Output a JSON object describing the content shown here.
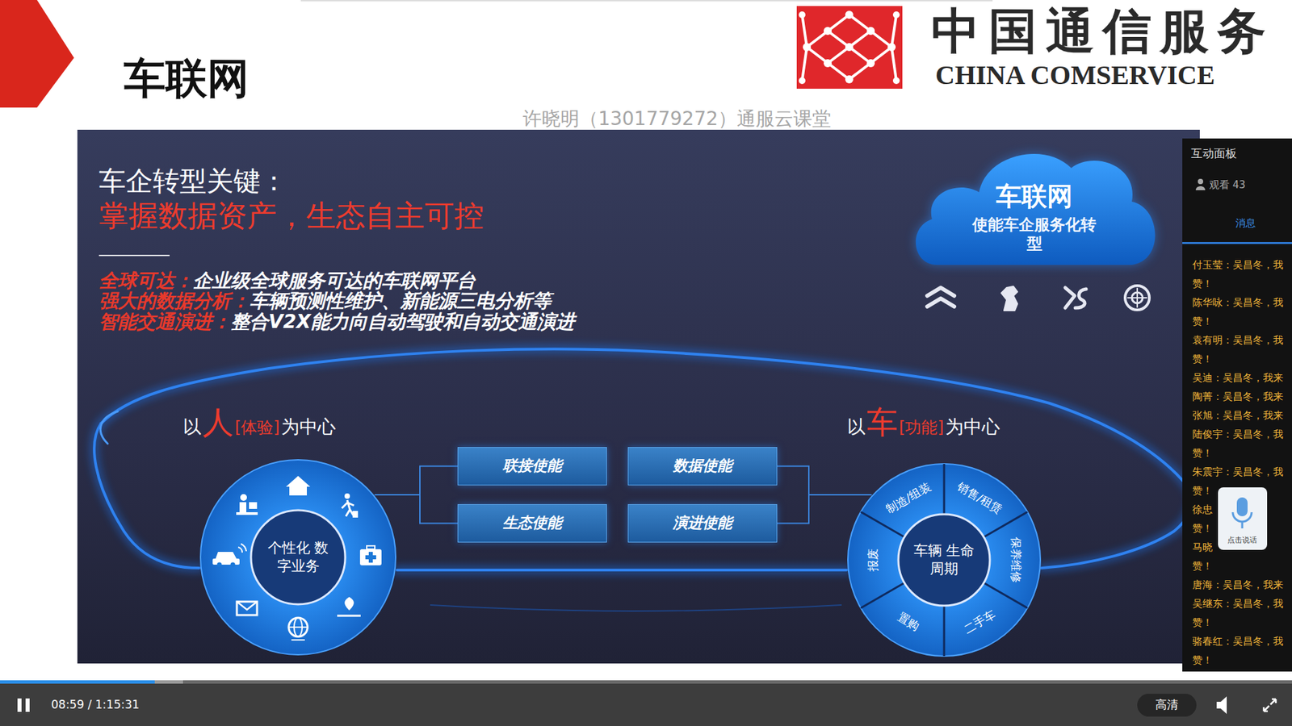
{
  "diagram": {
    "title": "车联网",
    "nodes": [
      {
        "text": [
          "车联网",
          "使能车企服务化转型"
        ]
      },
      {
        "text": [
          "个性化 数字业务"
        ]
      },
      {
        "text": [
          "联接使能"
        ]
      },
      {
        "text": [
          "数据使能"
        ]
      },
      {
        "text": [
          "生态使能"
        ]
      },
      {
        "text": [
          "演进使能"
        ]
      },
      {
        "text": [
          "车辆 生命周期"
        ]
      }
    ],
    "edges": [
      {
        "from": 1,
        "to": 2,
        "arrow": "none"
      },
      {
        "from": 1,
        "to": 4,
        "arrow": "none"
      },
      {
        "from": 3,
        "to": 6,
        "arrow": "none"
      },
      {
        "from": 5,
        "to": 6,
        "arrow": "none"
      }
    ],
    "labels": [
      "中国通信服务",
      "CHINA COMSERVICE",
      "许晓明（1301779272）通服云课堂",
      "车企转型关键：",
      "掌握数据资产，生态自主可控",
      "全球可达：",
      "企业级全球服务可达的车联网平台",
      "强大的数据分析：",
      "车辆预测性维护、新能源三电分析等",
      "智能交通演进：",
      "整合V2X能力向自动驾驶和自动交通演进",
      "以",
      "人",
      "[体验]",
      "为中心",
      "以",
      "车",
      "[功能]",
      "为中心",
      "制造/组装",
      "销售/租赁",
      "保养维修",
      "二手车",
      "置购",
      "报废",
      "互动面板",
      "观看 43",
      "消息",
      "付玉莹：吴昌冬，我",
      "赞！",
      "陈华咏：吴昌冬，我",
      "赞！",
      "袁有明：吴昌冬，我",
      "赞！",
      "吴迪：吴昌冬，我来",
      "陶菁：吴昌冬，我来",
      "张旭：吴昌冬，我来",
      "陆俊宇：吴昌冬，我",
      "赞！",
      "朱震宇：吴昌冬，我",
      "赞！",
      "徐忠",
      "赞！",
      "马晓",
      "赞！",
      "唐海：吴昌冬，我来",
      "吴继东：吴昌冬，我",
      "赞！",
      "骆春红：吴昌冬，我",
      "赞！",
      "点击说话",
      "08:59 / 1:15:31",
      "高清"
    ]
  }
}
